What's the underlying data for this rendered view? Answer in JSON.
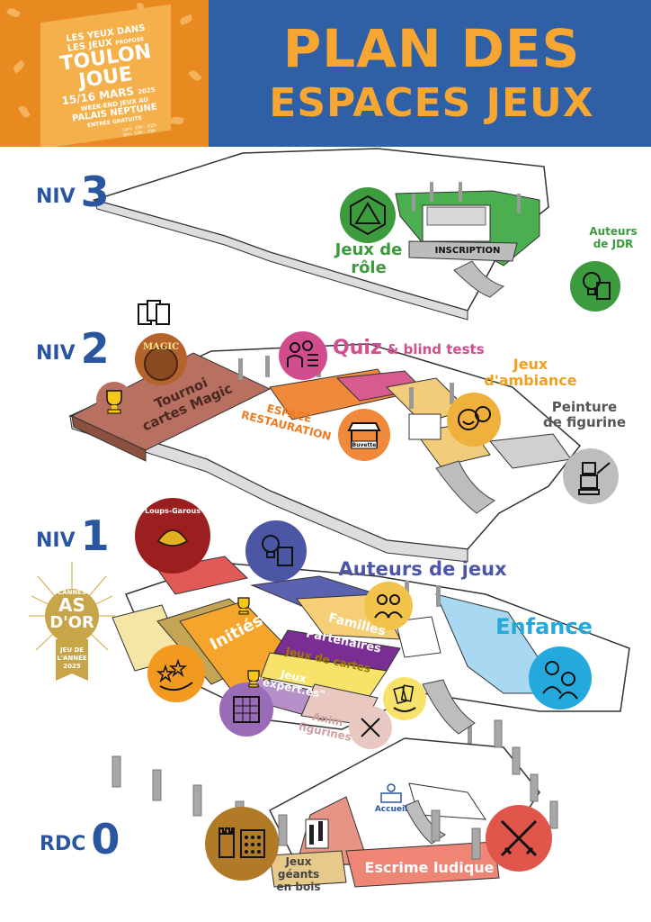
{
  "header": {
    "logo": {
      "line1": "LES YEUX DANS",
      "line2": "LES JEUX",
      "propose": "PROPOSE",
      "brand1": "TOULON",
      "brand2": "JOUE",
      "dates": "15/16 MARS",
      "year_top": "20",
      "year_bottom": "25",
      "event1": "WEEK-END JEUX AU",
      "event2": "PALAIS NEPTUNE",
      "entry": "ENTRÉE GRATUITE",
      "hours1": "sam. 10h - 02h",
      "hours2": "dim. 10h - 19h"
    },
    "title_line1": "PLAN DES",
    "title_line2": "ESPACES JEUX"
  },
  "levels": [
    {
      "prefix": "NIV",
      "number": "3"
    },
    {
      "prefix": "NIV",
      "number": "2"
    },
    {
      "prefix": "NIV",
      "number": "1"
    },
    {
      "prefix": "RDC",
      "number": "0"
    }
  ],
  "zones": {
    "jdr": "Jeux de",
    "jdr2": "rôle",
    "inscription": "INSCRIPTION",
    "auteurs_jdr": "Auteurs",
    "auteurs_jdr2": "de JDR",
    "quiz": "Quiz",
    "quiz2": "& blind tests",
    "ambiance": "Jeux",
    "ambiance2": "d'ambiance",
    "peinture": "Peinture",
    "peinture2": "de figurine",
    "tournoi": "Tournoi",
    "tournoi2": "cartes Magic",
    "restauration": "ESPACE",
    "restauration2": "RESTAURATION",
    "buvette": "Buvette",
    "magic": "MAGIC",
    "loups": "Loups-Garous",
    "auteurs_jeux": "Auteurs de jeux",
    "familles": "Familles",
    "enfance": "Enfance",
    "inities": "Initiés",
    "partenaires": "Partenaires",
    "cartes": "Jeux de cartes",
    "experts": "Jeux",
    "experts2": "\"expert.es\"",
    "anim": "Anim",
    "anim2": "figurines",
    "accueil": "Accueil",
    "geants": "Jeux",
    "geants2": "géants",
    "geants3": "en bois",
    "escrime": "Escrime ludique"
  },
  "award": {
    "top": "CANNES",
    "as": "AS",
    "dor": "D'OR",
    "l1": "JEU DE",
    "l2": "L'ANNÉE",
    "year": "2025"
  },
  "colors": {
    "header_blue": "#2f5fa5",
    "title_orange": "#f7a632",
    "jdr_green": "#3b9b3d",
    "quiz_pink": "#d24d8e",
    "ambiance_yellow": "#f0b13c",
    "auteurs_purple": "#4b57a5",
    "enfance_cyan": "#25a9dc",
    "inities_orange": "#f29a1f",
    "experts_purple": "#9a6cb8",
    "magic_brown": "#b56a54",
    "escrime_red": "#e36b62",
    "geants_tan": "#e7c98a",
    "gold": "#c9a54a"
  }
}
